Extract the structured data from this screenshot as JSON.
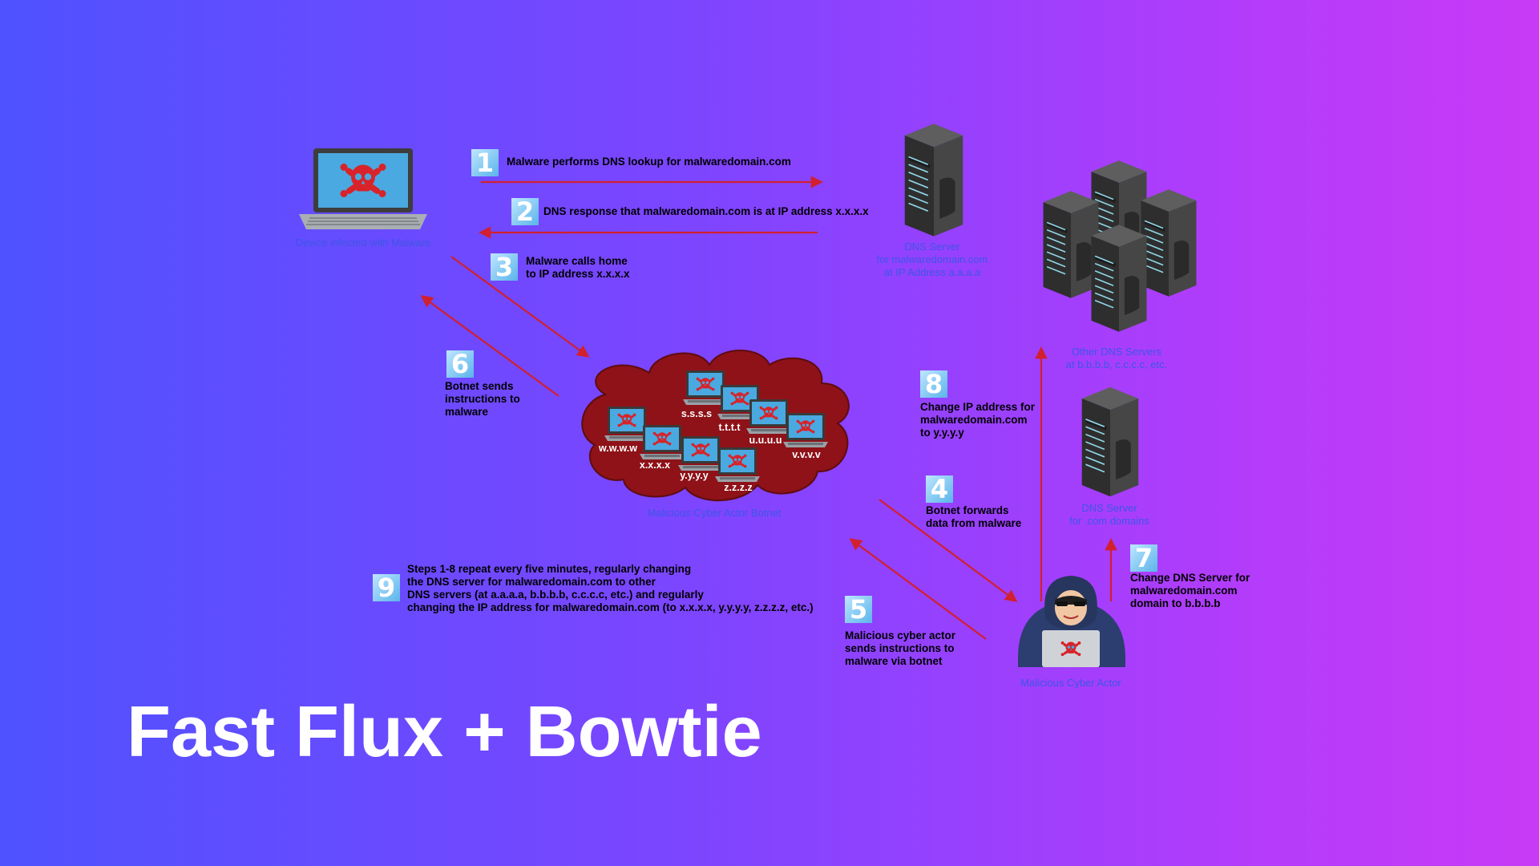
{
  "title": "Fast Flux + Bowtie",
  "steps": [
    {
      "num": "1",
      "lines": [
        "Malware performs DNS lookup for malwaredomain.com"
      ]
    },
    {
      "num": "2",
      "lines": [
        "DNS response that malwaredomain.com is at IP address x.x.x.x"
      ]
    },
    {
      "num": "3",
      "lines": [
        "Malware calls home",
        "to IP address x.x.x.x"
      ]
    },
    {
      "num": "4",
      "lines": [
        "Botnet forwards",
        "data from malware"
      ]
    },
    {
      "num": "5",
      "lines": [
        "Malicious cyber actor",
        "sends instructions to",
        "malware via botnet"
      ]
    },
    {
      "num": "6",
      "lines": [
        "Botnet sends",
        "instructions to",
        "malware"
      ]
    },
    {
      "num": "7",
      "lines": [
        "Change DNS Server for",
        "malwaredomain.com",
        "domain to b.b.b.b"
      ]
    },
    {
      "num": "8",
      "lines": [
        "Change IP address for",
        "malwaredomain.com",
        "to y.y.y.y"
      ]
    },
    {
      "num": "9",
      "lines": [
        "Steps 1-8 repeat every five minutes, regularly changing",
        "the DNS server for malwaredomain.com to other",
        "DNS servers (at a.a.a.a, b.b.b.b, c.c.c.c, etc.) and regularly",
        "changing the IP address for malwaredomain.com (to x.x.x.x, y.y.y.y, z.z.z.z, etc.)"
      ]
    }
  ],
  "captions": {
    "device": "Device infected with Malware",
    "dns_main": [
      "DNS Server",
      "for malwaredomain.com",
      "at IP Address a.a.a.a"
    ],
    "other_dns": [
      "Other DNS Servers",
      "at b.b.b.b, c.c.c.c, etc."
    ],
    "dns_tld": [
      "DNS Server",
      "for .com domains"
    ],
    "botnet": "Malicious Cyber Actor Botnet",
    "actor": "Malicious Cyber Actor"
  },
  "botnet_ips": [
    "s.s.s.s",
    "t.t.t.t",
    "u.u.u.u",
    "v.v.v.v",
    "w.w.w.w",
    "x.x.x.x",
    "y.y.y.y",
    "z.z.z.z"
  ],
  "colors": {
    "arrow": "#d1202f",
    "cloud": "#8e1218",
    "screen": "#4aa9e0",
    "skull": "#d8232a",
    "server": "#3c3c3c",
    "title": "#ffffff"
  }
}
